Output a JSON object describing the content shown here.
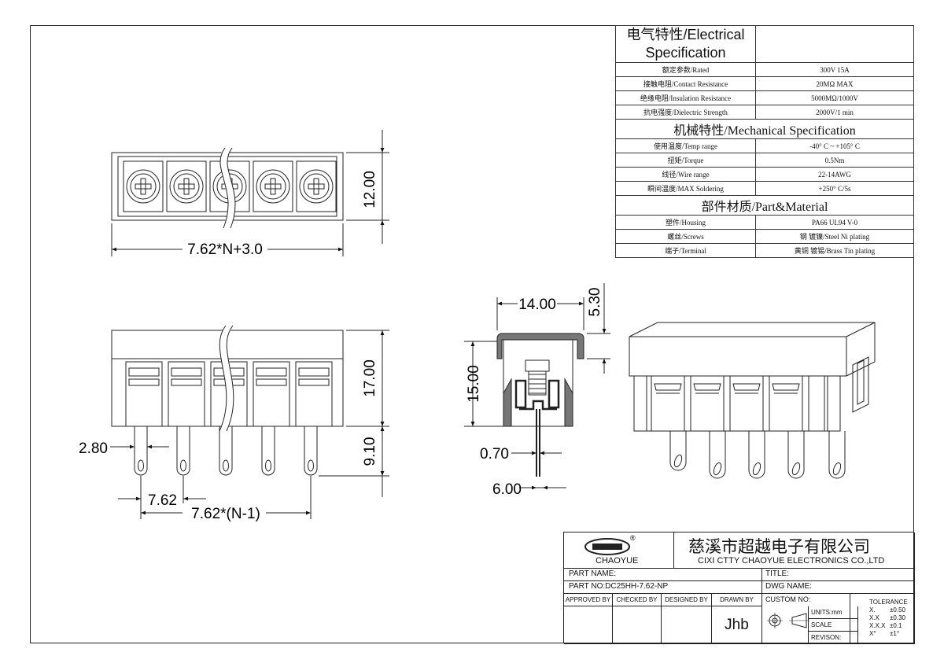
{
  "spec": {
    "electrical_header": "电气特性/Electrical Specification",
    "electrical_header_l1": "电气特性/Electrical",
    "electrical_header_l2": "Specification",
    "electrical": [
      {
        "k": "额定参数/Rated",
        "v": "300V  15A"
      },
      {
        "k": "接触电阻/Contact Resistance",
        "v": "20MΩ MAX"
      },
      {
        "k": "绝缘电阻/Insulation Resistance",
        "v": "5000MΩ/1000V"
      },
      {
        "k": "抗电强度/Dielectric Strength",
        "v": "2000V/1 min"
      }
    ],
    "mechanical_header": "机械特性/Mechanical Specification",
    "mechanical": [
      {
        "k": "使用温度/Temp range",
        "v": "-40° C ~ +105° C"
      },
      {
        "k": "扭矩/Torque",
        "v": "0.5Nm"
      },
      {
        "k": "线径/Wire range",
        "v": "22-14AWG"
      },
      {
        "k": "瞬间温度/MAX Soldering",
        "v": "+250° C/5s"
      }
    ],
    "material_header": "部件材质/Part&Material",
    "material": [
      {
        "k": "塑件/Housing",
        "v": "PA66 UL94 V-0"
      },
      {
        "k": "螺丝/Screws",
        "v": "钢 镀镍/Steel Ni plating"
      },
      {
        "k": "端子/Terminal",
        "v": "黄铜 镀锡/Brass Tin  plating"
      }
    ]
  },
  "dims": {
    "top_height": "12.00",
    "top_width": "7.62*N+3.0",
    "front_height": "17.00",
    "pin_length": "9.10",
    "pin_width": "2.80",
    "pitch": "7.62",
    "pitch_total": "7.62*(N-1)",
    "side_width": "14.00",
    "side_top": "5.30",
    "side_height": "15.00",
    "pin_thickness": "0.70",
    "pin_offset": "6.00"
  },
  "title_block": {
    "logo_text": "CHAOYUE",
    "company_cn": "慈溪市超越电子有限公司",
    "company_en": "CIXI CTTY CHAOYUE ELECTRONICS CO.,LTD",
    "part_name_label": "PART NAME:",
    "title_label": "TITLE:",
    "part_no_label": "PART NO:",
    "part_no": "DC25HH-7.62-NP",
    "dwg_name_label": "DWG NAME:",
    "approved_by": "APPROVED BY",
    "checked_by": "CHECKED BY",
    "designed_by": "DESIGNED BY",
    "drawn_by": "DRAWN BY",
    "drawn_by_value": "Jhb",
    "custom_no": "CUSTOM NO:",
    "units": "UNITS:mm",
    "scale": "SCALE",
    "revision": "REVISON:",
    "tolerance_label": "TOLERANCE",
    "tolerance": [
      {
        "k": "X.",
        "v": "±0.50"
      },
      {
        "k": "X.X",
        "v": "±0.30"
      },
      {
        "k": "X.X.X",
        "v": "±0.1"
      },
      {
        "k": "X°",
        "v": "±1°"
      }
    ]
  }
}
